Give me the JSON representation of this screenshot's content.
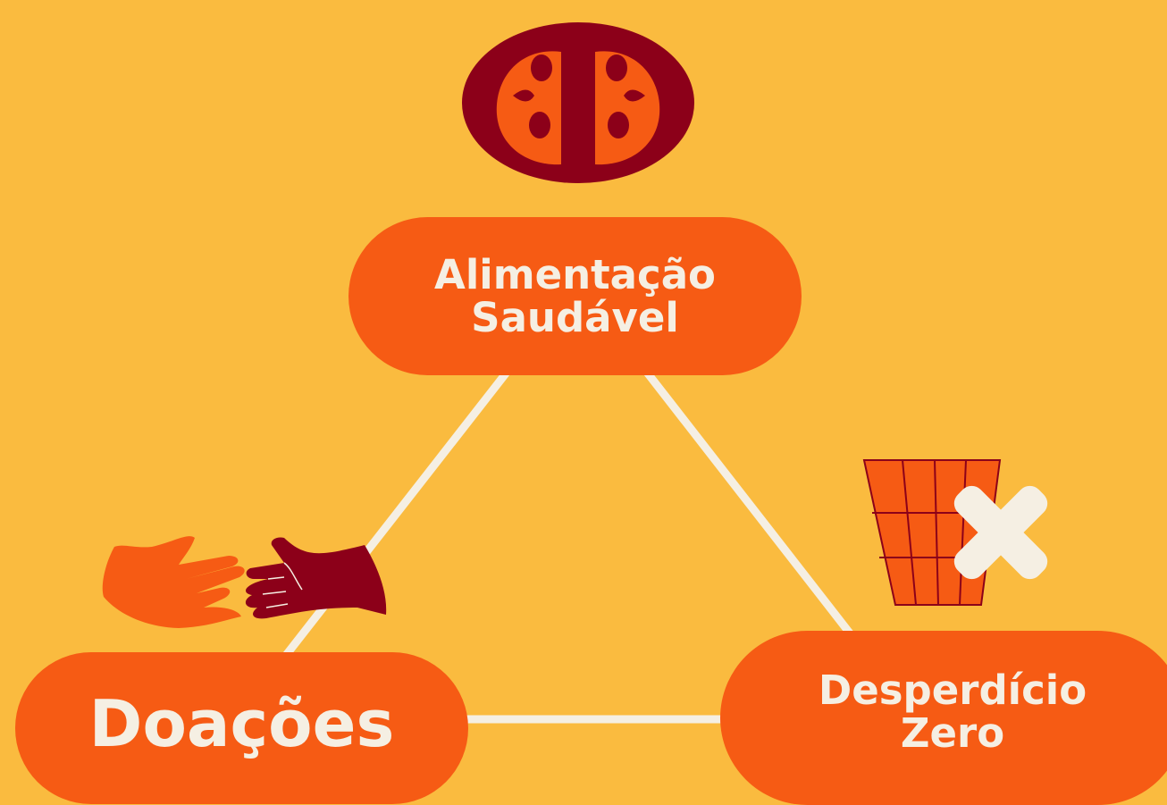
{
  "nodes": {
    "top": {
      "line1": "Alimentação",
      "line2": "Saudável"
    },
    "left": {
      "line1": "Doações"
    },
    "right": {
      "line1": "Desperdício",
      "line2": "Zero"
    }
  },
  "icons": {
    "top": "tomato-slice-icon",
    "left": "hands-giving-icon",
    "right": "trash-bin-crossed-icon"
  },
  "colors": {
    "background": "#FABB3F",
    "pill": "#F65B14",
    "text": "#F5EFE3",
    "line": "#F5EFE3",
    "dark": "#8C0019"
  }
}
